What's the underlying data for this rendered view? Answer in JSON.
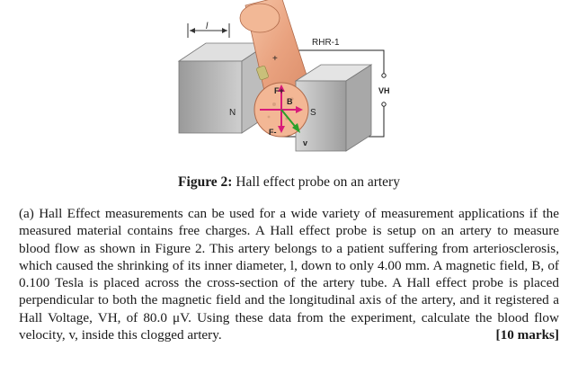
{
  "figure": {
    "rhr_label": "RHR-1",
    "north_label": "N",
    "south_label": "S",
    "b_label": "B",
    "f_plus_label": "F+",
    "f_minus_label": "F-",
    "v_label": "v",
    "vh_label": "VH",
    "l_label": "l",
    "plus_label": "+"
  },
  "caption": {
    "prefix": "Figure 2:",
    "text": " Hall effect probe on an artery"
  },
  "question": {
    "text": "(a) Hall Effect measurements can be used for a wide variety of measurement applications if the measured material contains free charges. A Hall effect probe is setup on an artery to measure blood flow as shown in Figure 2. This artery belongs to a patient suffering from arteriosclerosis, which caused the shrinking of its inner diameter, l, down to only 4.00 mm. A magnetic field, B, of 0.100 Tesla is placed across the cross-section of the artery tube. A Hall effect probe is placed perpendicular to both the magnetic field and the longitudinal axis of the artery, and it registered a Hall Voltage, VH, of 80.0 μV. Using these data from the experiment, calculate the blood flow velocity, v, inside this clogged artery.",
    "marks": "[10 marks]"
  }
}
